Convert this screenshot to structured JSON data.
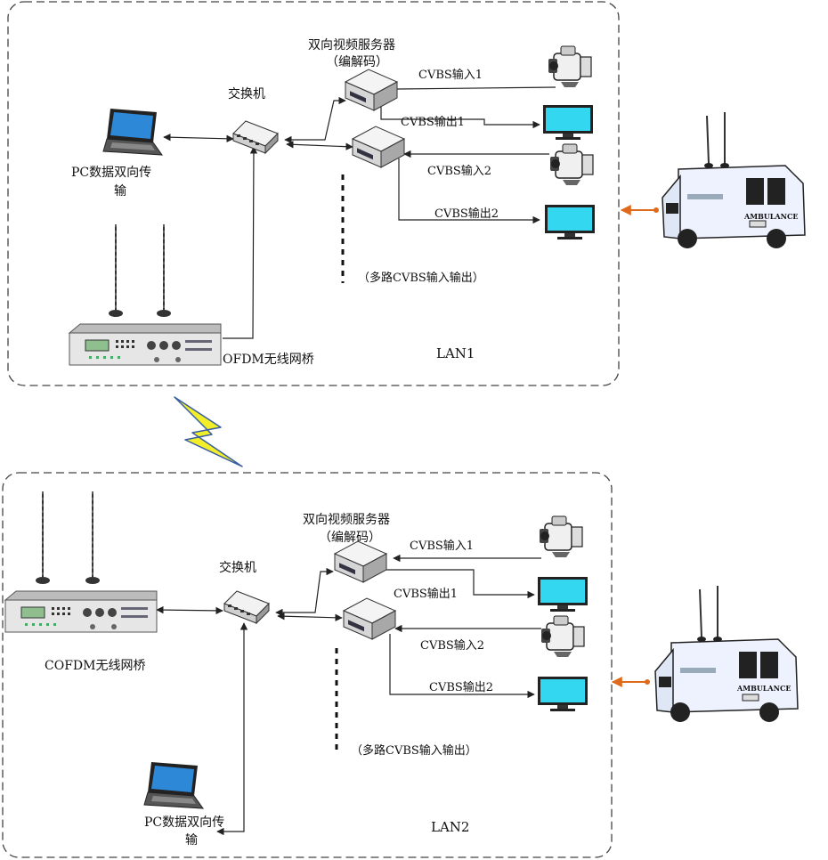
{
  "lan1": {
    "name": "LAN1",
    "switch_label": "交换机",
    "server_title": "双向视频服务器",
    "server_subtitle": "（编解码）",
    "pc_label_line1": "PC数据双向传",
    "pc_label_line2": "输",
    "bridge_label": "OFDM无线网桥",
    "cvbs_in1": "CVBS输入1",
    "cvbs_out1": "CVBS输出1",
    "cvbs_in2": "CVBS输入2",
    "cvbs_out2": "CVBS输出2",
    "multi_note": "（多路CVBS输入输出）"
  },
  "lan2": {
    "name": "LAN2",
    "switch_label": "交换机",
    "server_title": "双向视频服务器",
    "server_subtitle": "（编解码）",
    "pc_label_line1": "PC数据双向传",
    "pc_label_line2": "输",
    "bridge_label": "COFDM无线网桥",
    "cvbs_in1": "CVBS输入1",
    "cvbs_out1": "CVBS输出1",
    "cvbs_in2": "CVBS输入2",
    "cvbs_out2": "CVBS输出2",
    "multi_note": "（多路CVBS输入输出）"
  },
  "vehicle_text": "AMBULANCE",
  "colors": {
    "line": "#222222",
    "border_dash": "#444444",
    "lightning_fill": "#f2ef2a",
    "lightning_edge": "#3a5fa0",
    "screen": "#33d8f0",
    "vehicle_arrow": "#e06a1c",
    "device_body": "#e6e6e6"
  },
  "icons": {
    "switch": "switch-icon",
    "server": "video-server-icon",
    "camera": "camcorder-icon",
    "monitor": "monitor-icon",
    "laptop": "laptop-icon",
    "bridge": "wireless-bridge-icon",
    "antenna": "antenna-icon",
    "ambulance": "ambulance-icon",
    "wireless": "lightning-icon"
  }
}
